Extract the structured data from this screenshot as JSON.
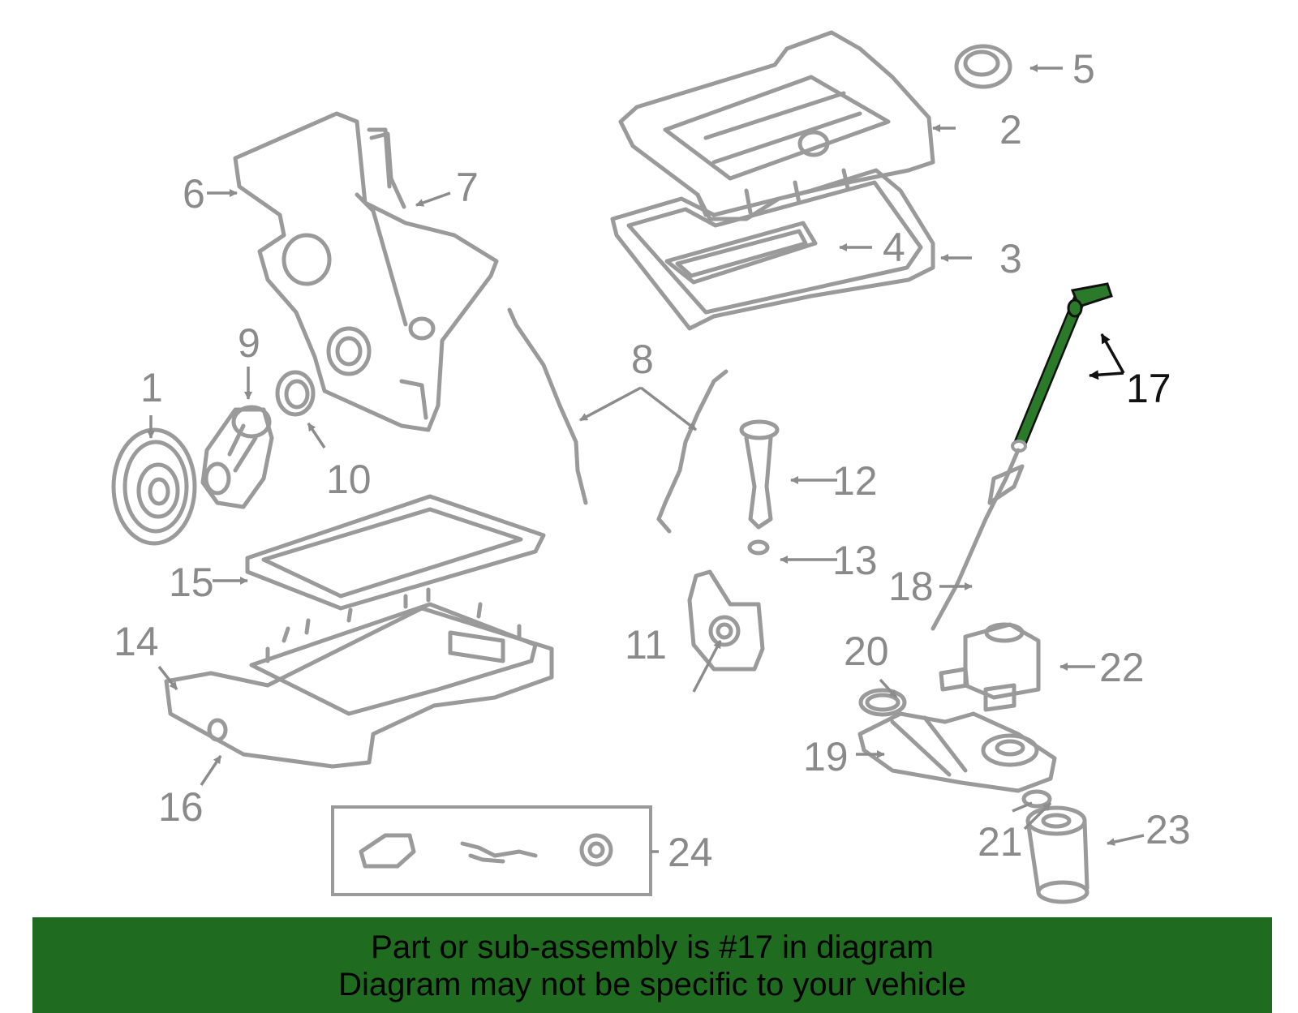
{
  "callouts": {
    "c1": "1",
    "c2": "2",
    "c3": "3",
    "c4": "4",
    "c5": "5",
    "c6": "6",
    "c7": "7",
    "c8": "8",
    "c9": "9",
    "c10": "10",
    "c11": "11",
    "c12": "12",
    "c13": "13",
    "c14": "14",
    "c15": "15",
    "c16": "16",
    "c17": "17",
    "c18": "18",
    "c19": "19",
    "c20": "20",
    "c21": "21",
    "c22": "22",
    "c23": "23",
    "c24": "24"
  },
  "banner": {
    "line1": "Part or sub-assembly is #17 in diagram",
    "line2": "Diagram may not be specific to your vehicle"
  },
  "colors": {
    "highlight": "#1f6b1f",
    "parts": "#9a9a9a",
    "callout_text": "#8a8a8a"
  }
}
